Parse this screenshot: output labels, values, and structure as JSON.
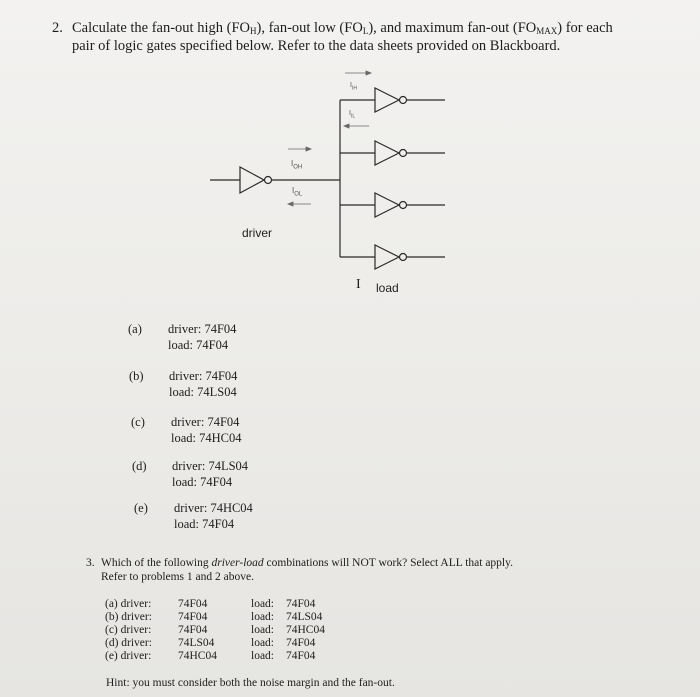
{
  "q2": {
    "number": "2.",
    "line1_a": "Calculate the fan-out high (FO",
    "line1_sub1": "H",
    "line1_b": "), fan-out low (FO",
    "line1_sub2": "L",
    "line1_c": "), and maximum fan-out (FO",
    "line1_sub3": "MAX",
    "line1_d": ") for each",
    "line2": "pair of logic gates specified below.  Refer to the data sheets provided on Blackboard."
  },
  "diagram": {
    "driver_label": "driver",
    "load_label": "load",
    "ioh_label": "I",
    "ioh_sub": "OH",
    "iol_label": "I",
    "iol_sub": "OL",
    "iih_label": "I",
    "iih_sub": "IH",
    "iil_label": "I",
    "iil_sub": "IL",
    "load_marker": "I"
  },
  "parts": [
    {
      "label": "(a)",
      "driver": "driver: 74F04",
      "load": "load:  74F04"
    },
    {
      "label": "(b)",
      "driver": "driver: 74F04",
      "load": "load:  74LS04"
    },
    {
      "label": "(c)",
      "driver": "driver: 74F04",
      "load": "load:  74HC04"
    },
    {
      "label": "(d)",
      "driver": "driver: 74LS04",
      "load": "load:  74F04"
    },
    {
      "label": "(e)",
      "driver": "driver: 74HC04",
      "load": "load:  74F04"
    }
  ],
  "q3": {
    "number": "3.",
    "line1_a": "Which of the following ",
    "line1_em": "driver-load",
    "line1_b": " combinations will NOT work?  Select ALL that apply.",
    "line2": "Refer to problems 1 and 2 above.",
    "combos": [
      {
        "label": "(a) driver:",
        "driver": "74F04",
        "load_label": "load:",
        "load": "74F04"
      },
      {
        "label": "(b) driver:",
        "driver": "74F04",
        "load_label": "load:",
        "load": "74LS04"
      },
      {
        "label": "(c) driver:",
        "driver": "74F04",
        "load_label": "load:",
        "load": "74HC04"
      },
      {
        "label": "(d) driver:",
        "driver": "74LS04",
        "load_label": "load:",
        "load": "74F04"
      },
      {
        "label": "(e) driver:",
        "driver": "74HC04",
        "load_label": "load:",
        "load": "74F04"
      }
    ],
    "hint": "Hint:  you must consider both the noise margin and the fan-out."
  }
}
